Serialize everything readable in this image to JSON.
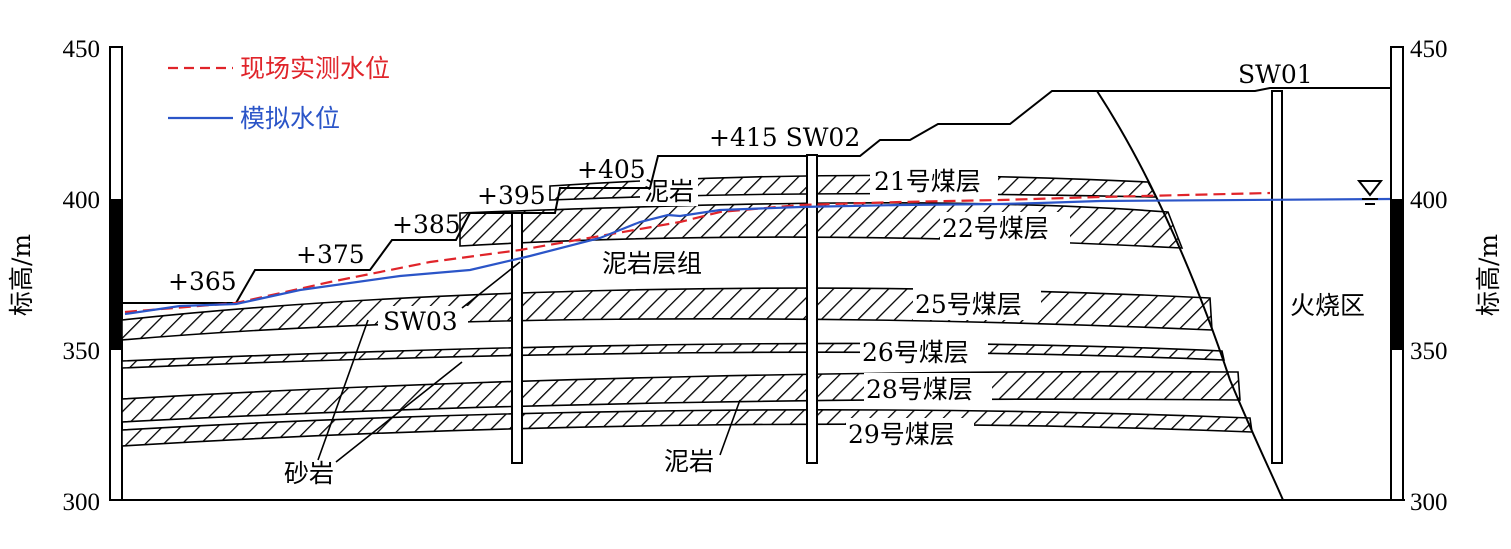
{
  "axes": {
    "left_label": "标高/m",
    "right_label": "标高/m",
    "ticks": [
      "450",
      "400",
      "350",
      "300"
    ]
  },
  "legend": {
    "measured": {
      "label": "现场实测水位",
      "color": "#e0242a"
    },
    "simulated": {
      "label": "模拟水位",
      "color": "#2b55c8"
    }
  },
  "elevation_labels": [
    "+365",
    "+375",
    "+385",
    "+395",
    "+405",
    "+415 SW02"
  ],
  "wells": [
    "SW01",
    "SW03"
  ],
  "strata_labels": {
    "seam21": "21号煤层",
    "seam22": "22号煤层",
    "seam25": "25号煤层",
    "seam26": "26号煤层",
    "seam28": "28号煤层",
    "seam29": "29号煤层",
    "mudstone_top": "泥岩",
    "mudstone_group": "泥岩层组",
    "sandstone": "砂岩",
    "mudstone_bottom": "泥岩",
    "fire_zone": "火烧区"
  },
  "colors": {
    "measured": "#e0242a",
    "simulated": "#2b55c8",
    "line": "#000000"
  }
}
